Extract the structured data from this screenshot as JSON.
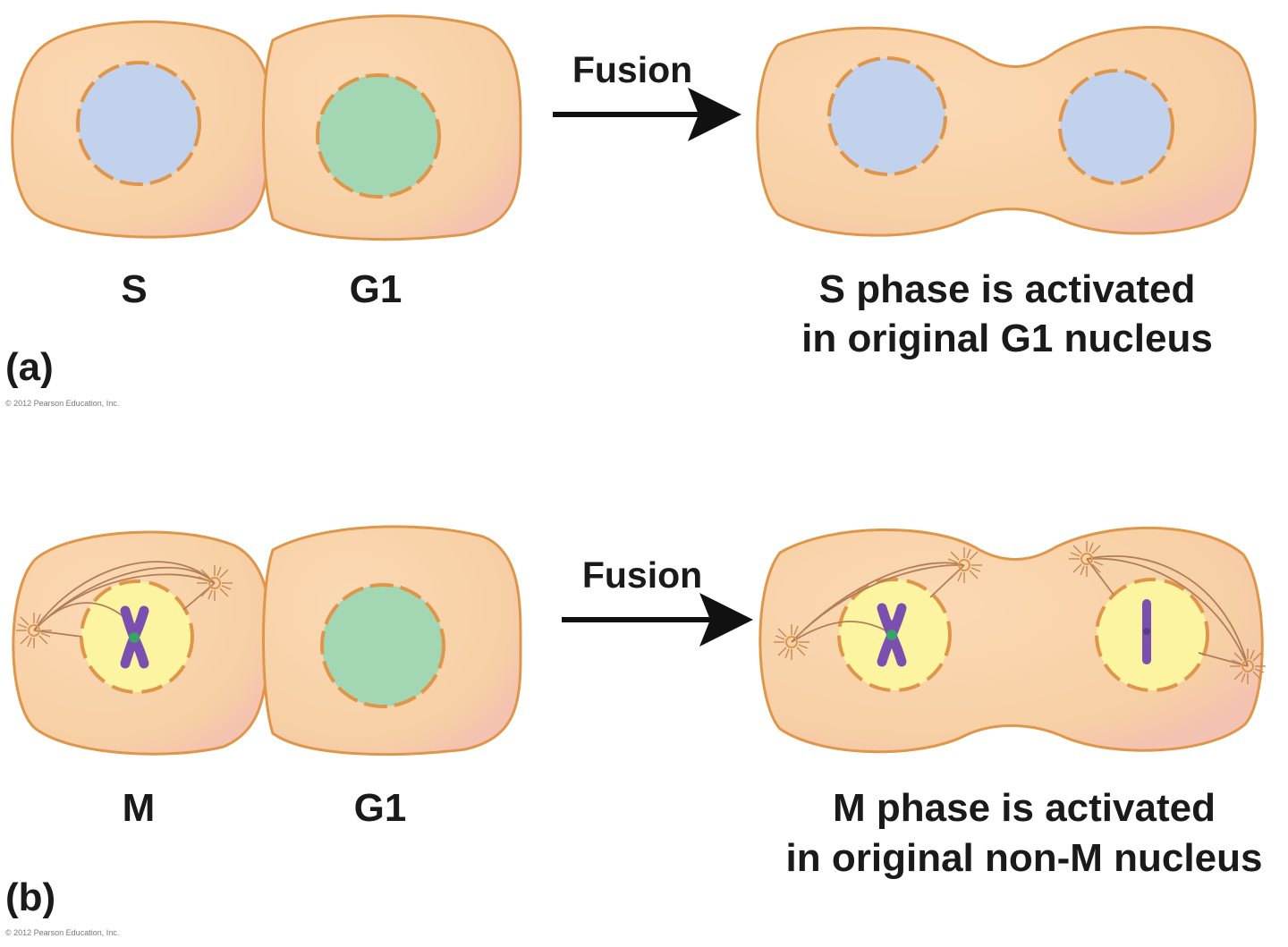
{
  "panel_a": {
    "panel_label": "(a)",
    "arrow_label": "Fusion",
    "cell_left_label": "S",
    "cell_right_label": "G1",
    "result_line1": "S phase is activated",
    "result_line2": "in original G1 nucleus",
    "copyright": "© 2012 Pearson Education, Inc."
  },
  "panel_b": {
    "panel_label": "(b)",
    "arrow_label": "Fusion",
    "cell_left_label": "M",
    "cell_right_label": "G1",
    "result_line1": "M phase is activated",
    "result_line2": "in original non-M nucleus",
    "copyright": "© 2012 Pearson Education, Inc."
  },
  "colors": {
    "cytoplasm": "#f8d2a8",
    "cell_outline": "#e0964a",
    "nucleus_s": "#c3d2ec",
    "nucleus_g1": "#a3d7b3",
    "nucleus_m": "#fcf4a0",
    "chromosome": "#7a4fb0",
    "centromere": "#3aa16a",
    "arrow": "#111111"
  }
}
